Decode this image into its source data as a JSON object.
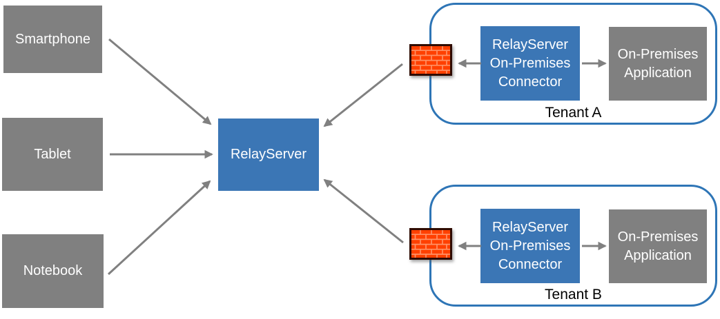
{
  "clients": [
    {
      "id": "smartphone",
      "label": "Smartphone"
    },
    {
      "id": "tablet",
      "label": "Tablet"
    },
    {
      "id": "notebook",
      "label": "Notebook"
    }
  ],
  "relay": {
    "label": "RelayServer"
  },
  "tenants": [
    {
      "id": "tenant-a",
      "label": "Tenant A",
      "firewall_icon": "firewall-brick-wall-icon",
      "connector_lines": [
        "RelayServer",
        "On-Premises",
        "Connector"
      ],
      "application_lines": [
        "On-Premises",
        "Application"
      ]
    },
    {
      "id": "tenant-b",
      "label": "Tenant B",
      "firewall_icon": "firewall-brick-wall-icon",
      "connector_lines": [
        "RelayServer",
        "On-Premises",
        "Connector"
      ],
      "application_lines": [
        "On-Premises",
        "Application"
      ]
    }
  ],
  "colors": {
    "node_blue": "#3B76B5",
    "node_gray": "#808080",
    "tenant_border_blue": "#2E75B6",
    "arrow_gray": "#808080",
    "firewall_brick_red": "#FF4000",
    "firewall_mortar_orange": "#FF9166",
    "node_text": "#FFFFFF",
    "tenant_label_text": "#000000"
  }
}
